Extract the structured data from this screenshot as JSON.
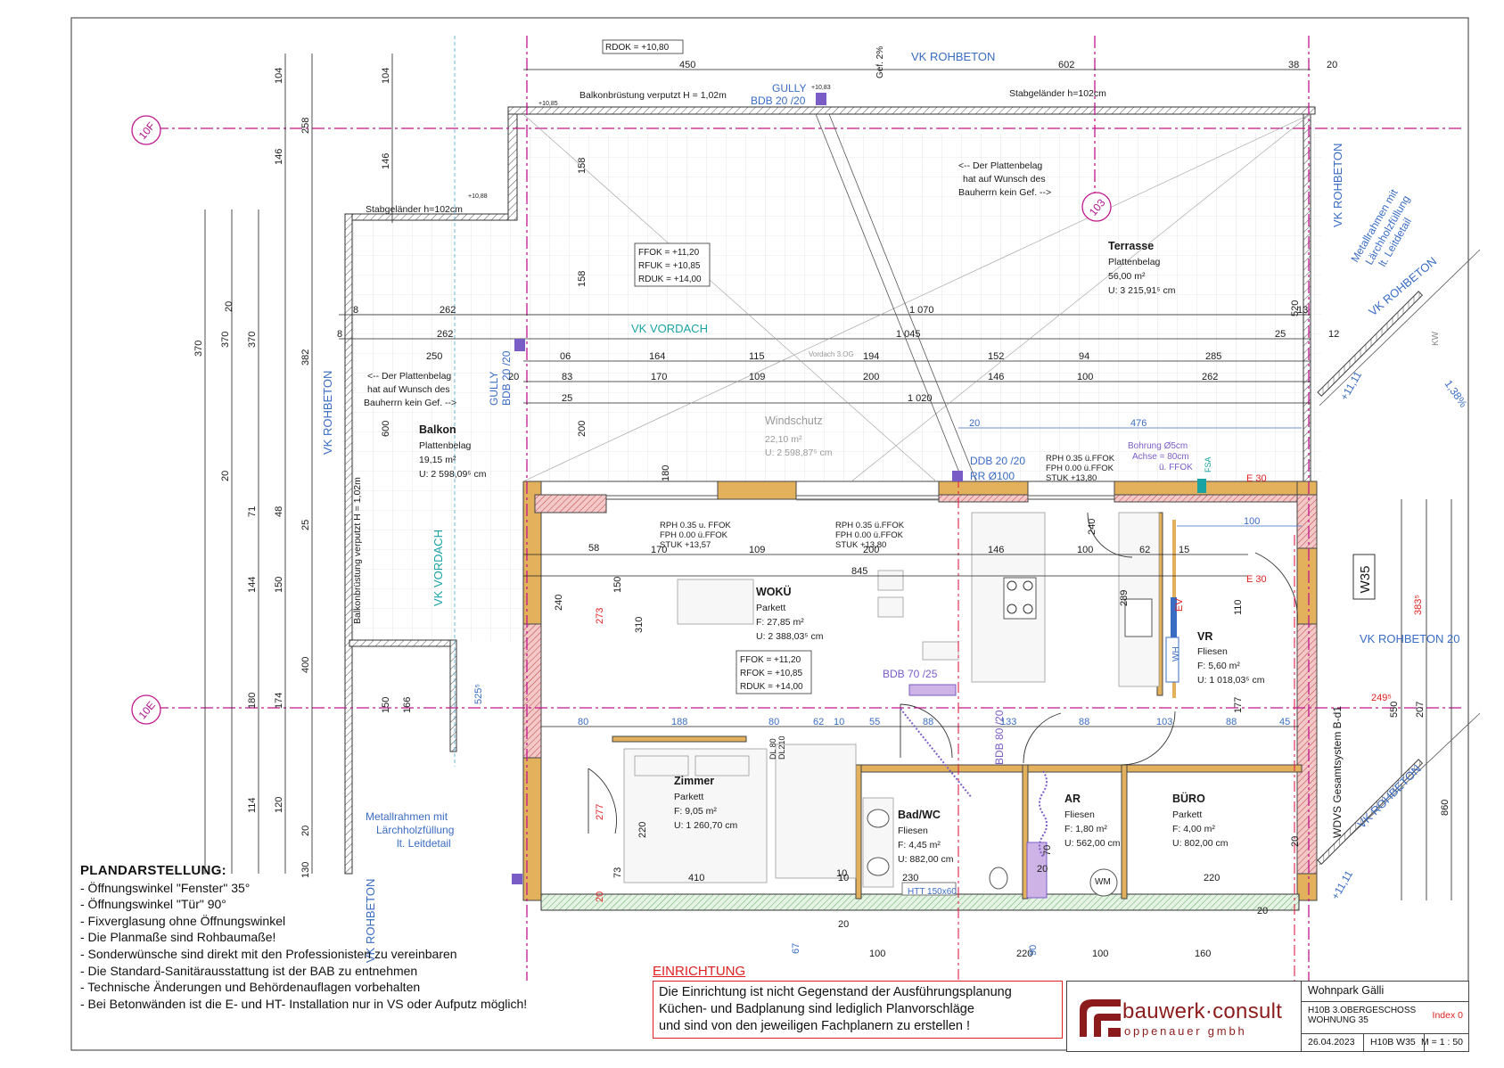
{
  "plan": {
    "rooms": [
      {
        "name": "Terrasse",
        "finish": "Plattenbelag",
        "area": "56,00 m²",
        "perimeter": "U: 3 215,91⁵ cm"
      },
      {
        "name": "Balkon",
        "finish": "Plattenbelag",
        "area": "19,15 m²",
        "perimeter": "U: 2 598,09⁵ cm"
      },
      {
        "name": "Windschutz",
        "finish": "",
        "area": "22,10 m²",
        "perimeter": "U: 2 598,87⁵ cm"
      },
      {
        "name": "WOKÜ",
        "finish": "Parkett",
        "area": "F: 27,85 m²",
        "perimeter": "U: 2 388,03⁵ cm"
      },
      {
        "name": "VR",
        "finish": "Fliesen",
        "area": "F: 5,60 m²",
        "perimeter": "U: 1 018,03⁵ cm"
      },
      {
        "name": "Zimmer",
        "finish": "Parkett",
        "area": "F: 9,05 m²",
        "perimeter": "U: 1 260,70 cm"
      },
      {
        "name": "Bad/WC",
        "finish": "Fliesen",
        "area": "F: 4,45 m²",
        "perimeter": "U: 882,00 cm"
      },
      {
        "name": "AR",
        "finish": "Fliesen",
        "area": "F: 1,80 m²",
        "perimeter": "U: 562,00 cm"
      },
      {
        "name": "BÜRO",
        "finish": "Parkett",
        "area": "F: 4,00 m²",
        "perimeter": "U: 802,00 cm"
      }
    ],
    "levels_terrace": [
      "FFOK = +11,20",
      "RFUK = +10,85",
      "RDUK = +14,00"
    ],
    "levels_living": [
      "FFOK = +11,20",
      "RFOK = +10,85",
      "RDUK = +14,00"
    ],
    "rdok": "RDOK = +10,80",
    "labels": {
      "vk_rohbeton": "VK ROHBETON",
      "vk_rohbeton_20": "VK ROHBETON 20",
      "vk_vordach": "VK VORDACH",
      "gully_top": "GULLY",
      "bdb_top": "BDB 20 /20",
      "gully_left": "GULLY",
      "bdb_left": "BDB 20 /20",
      "balkon_brust": "Balkonbrüstung verputzt H = 1,02m",
      "balkon_brust_v": "Balkonbrüstung verputzt H = 1,02m",
      "stabgel_right": "Stabgeländer h=102cm",
      "stabgel_left": "Stabgeländer h=102cm",
      "platten_note_1": "<-- Der Plattenbelag",
      "platten_note_2": "hat auf Wunsch des",
      "platten_note_3": "Bauherrn kein Gef. -->",
      "metall_1": "Metallrahmen mit",
      "metall_2": "Lärchholzfüllung",
      "metall_3": "lt. Leitdetail",
      "ddb": "DDB 20 /20",
      "rr": "RR Ø100",
      "bdb70": "BDB 70 /25",
      "bdb80": "BDB 80 /20",
      "htt": "HTT 150x60",
      "w35": "W35",
      "wdvs": "WDVS Gesamtsystem B-d1",
      "bohrung_1": "Bohrung Ø5cm",
      "bohrung_2": "Achse = 80cm",
      "bohrung_3": "ü. FFOK",
      "stuk1": "RPH 0.35 ü.FFOK",
      "stuk2": "FPH 0.00 ü.FFOK",
      "stuk3": "STUK +13,80",
      "stuk_a1": "RPH 0.35 u. FFOK",
      "stuk_a2": "FPH 0.00 ü.FFOK",
      "stuk_a3": "STUK +13,57",
      "vordach_3og": "Vordach 3.OG",
      "gef": "Gef. 2%",
      "ev": "EV",
      "wh": "WH",
      "wm": "WM",
      "fsa": "FSA",
      "grid_10f": "10F",
      "grid_10e": "10E",
      "grid_103": "103",
      "e30_1": "E 30",
      "e30_2": "E 30",
      "slope_pct": "1,38%",
      "kw": "KW",
      "el_1083": "+10,83",
      "el_1085": "+10,85",
      "el_1088": "+10,88",
      "el_1111": "+11,11",
      "dl_80": "DL 80",
      "dl_210": "DL210"
    },
    "dims_top": [
      "450",
      "602",
      "38",
      "20",
      "104",
      "258",
      "146",
      "104",
      "146"
    ],
    "dims_row1": [
      "8",
      "262",
      "1 070",
      "13",
      "8",
      "262",
      "1 045",
      "25",
      "12"
    ],
    "dims_row2": [
      "250",
      "06",
      "164",
      "115",
      "194",
      "152",
      "94",
      "285"
    ],
    "dims_row3": [
      "20",
      "83",
      "170",
      "109",
      "200",
      "146",
      "100",
      "262"
    ],
    "dims_row4": [
      "25",
      "1 020"
    ],
    "dims_inside": [
      "170",
      "109",
      "200",
      "146",
      "100",
      "62",
      "15",
      "845",
      "476",
      "100",
      "20"
    ],
    "dims_mid": [
      "80",
      "188",
      "80",
      "62",
      "10",
      "55",
      "88",
      "133",
      "88",
      "103",
      "88",
      "45"
    ],
    "dims_left_v": [
      "370",
      "370",
      "370",
      "382",
      "20",
      "71",
      "48",
      "25",
      "144",
      "150",
      "400",
      "180",
      "174",
      "114",
      "120",
      "20",
      "130"
    ],
    "dims_misc": [
      "158",
      "158",
      "200",
      "600",
      "310",
      "273",
      "150",
      "240",
      "166",
      "150",
      "525⁵",
      "220",
      "277",
      "73",
      "20",
      "410",
      "230",
      "10",
      "220",
      "70",
      "100",
      "220",
      "160",
      "67",
      "100",
      "90",
      "10",
      "20",
      "520",
      "550",
      "207",
      "860",
      "383⁵",
      "249⁵",
      "289",
      "110",
      "177",
      "240",
      "180",
      "58",
      "20",
      "20",
      "20",
      "20"
    ]
  },
  "legend": {
    "heading": "PLANDARSTELLUNG:",
    "items": [
      "- Öffnungswinkel \"Fenster\" 35°",
      "- Öffnungswinkel \"Tür\" 90°",
      "- Fixverglasung ohne Öffnungswinkel",
      "- Die Planmaße sind Rohbaumaße!",
      "- Sonderwünsche sind direkt mit den Professionisten zu vereinbaren",
      "- Die Standard-Sanitärausstattung ist der BAB zu entnehmen",
      "- Technische Änderungen und Behördenauflagen vorbehalten",
      "- Bei Betonwänden ist die E- und HT- Installation nur in VS oder Aufputz möglich!"
    ]
  },
  "einrichtung": {
    "heading": "EINRICHTUNG",
    "lines": [
      "Die Einrichtung ist nicht Gegenstand der Ausführungsplanung",
      "Küchen- und Badplanung sind lediglich Planvorschläge",
      "und sind von den jeweiligen Fachplanern zu erstellen !"
    ]
  },
  "titleblock": {
    "brand": "bauwerk·consult",
    "sub": "oppenauer gmbh",
    "project": "Wohnpark Gälli",
    "level": "H10B 3.OBERGESCHOSS",
    "unit": "WOHNUNG 35",
    "index": "Index 0",
    "date": "26.04.2023",
    "code": "H10B W35",
    "scale": "M = 1 : 50"
  },
  "colors": {
    "axis_magenta": "#c0168e",
    "dim_blue": "#3a6cc4",
    "teal": "#1aa3a3",
    "wall_ochre": "#e3b15b",
    "brand_red": "#8c1c1c",
    "note_red": "#e02020"
  }
}
